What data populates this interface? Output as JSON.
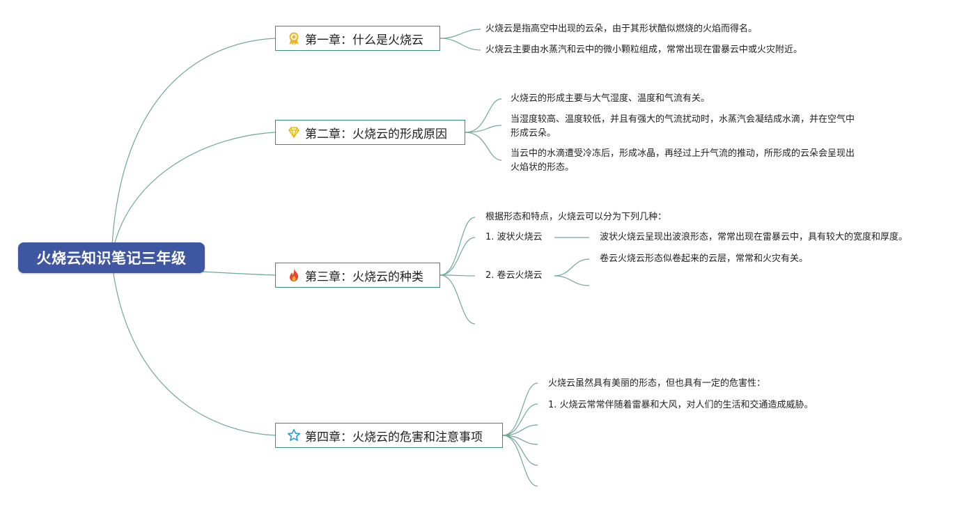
{
  "root": {
    "title": "火烧云知识笔记三年级"
  },
  "chapters": [
    {
      "title": "第一章：什么是火烧云",
      "icon": "medal-icon",
      "notes": [
        "火烧云是指高空中出现的云朵，由于其形状酷似燃烧的火焰而得名。",
        "火烧云主要由水蒸汽和云中的微小颗粒组成，常常出现在雷暴云中或火灾附近。"
      ]
    },
    {
      "title": "第二章：火烧云的形成原因",
      "icon": "diamond-icon",
      "notes": [
        "火烧云的形成主要与大气湿度、温度和气流有关。",
        "当湿度较高、温度较低，并且有强大的气流扰动时，水蒸汽会凝结成水滴，并在空气中形成云朵。",
        "当云中的水滴遭受冷冻后，形成冰晶，再经过上升气流的推动，所形成的云朵会呈现出火焰状的形态。"
      ]
    },
    {
      "title": "第三章：火烧云的种类",
      "icon": "fire-icon",
      "notes": [
        "根据形态和特点，火烧云可以分为下列几种：",
        "1. 波状火烧云",
        "2. 卷云火烧云"
      ],
      "sub_notes": {
        "wave": "波状火烧云呈现出波浪形态，常常出现在雷暴云中，具有较大的宽度和厚度。",
        "cirrus": "卷云火烧云形态似卷起来的云层，常常和火灾有关。"
      }
    },
    {
      "title": "第四章：火烧云的危害和注意事项",
      "icon": "star-icon",
      "notes": [
        "火烧云虽然具有美丽的形态，但也具有一定的危害性：",
        "1. 火烧云常常伴随着雷暴和大风，对人们的生活和交通造成威胁。"
      ]
    }
  ],
  "colors": {
    "root_bg": "#3f56a0",
    "line": "#6fa898",
    "chapter_border": "#3b8a77"
  }
}
